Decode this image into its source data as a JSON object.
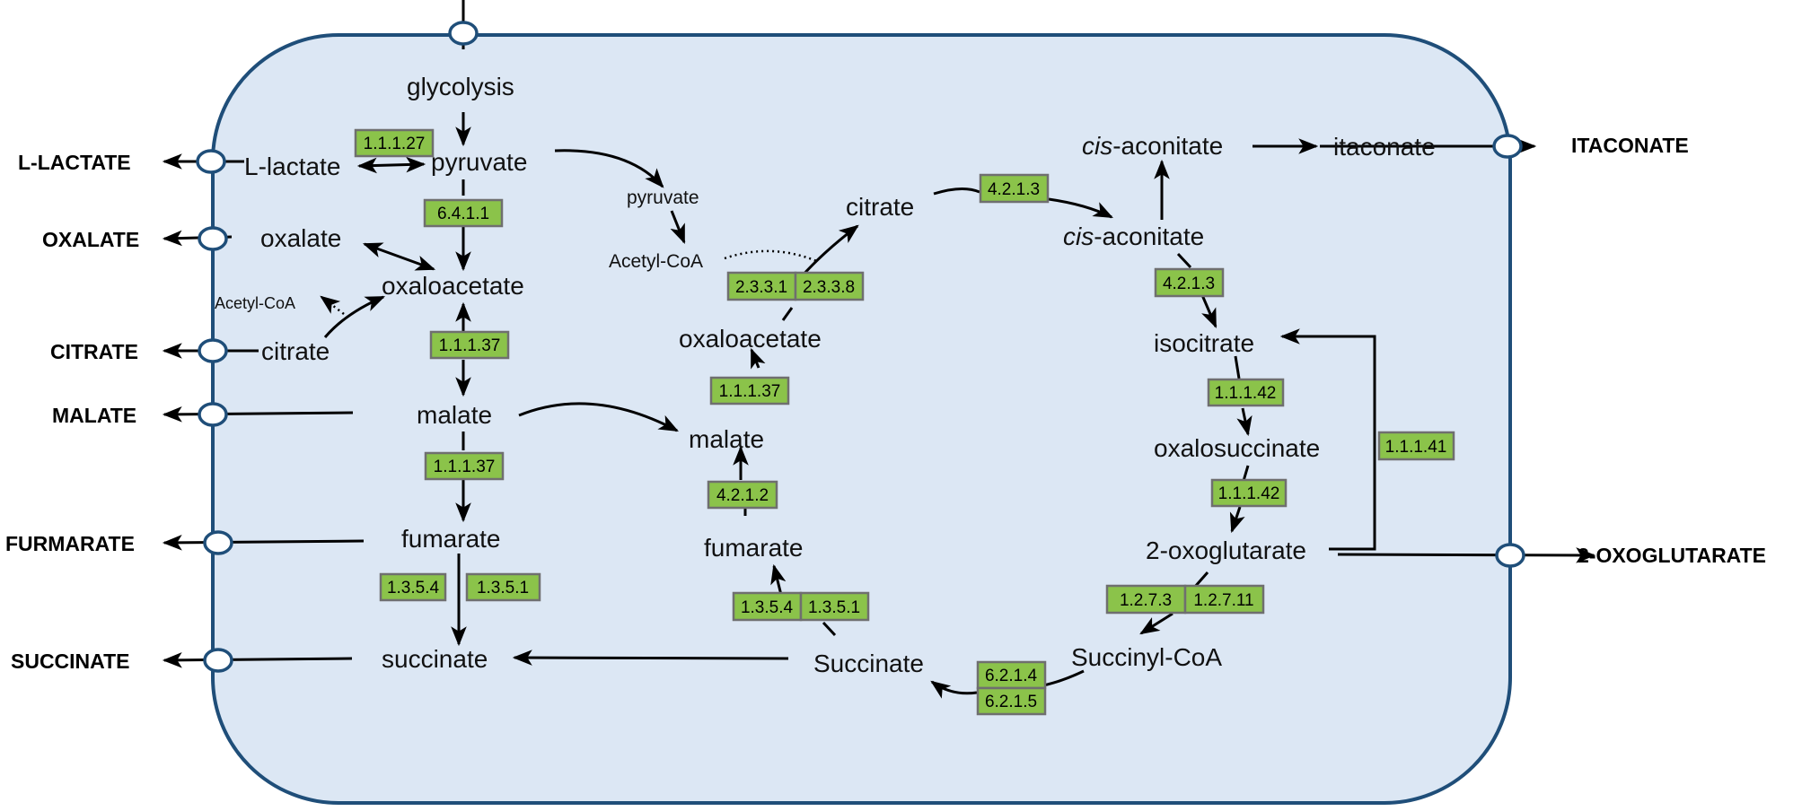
{
  "cell": {
    "fill": "#dce7f4",
    "border": "#1f4e79",
    "ec_fill": "#8bc34a"
  },
  "external": {
    "l_lactate": "L-LACTATE",
    "oxalate": "OXALATE",
    "citrate": "CITRATE",
    "malate": "MALATE",
    "furmarate": "FURMARATE",
    "succinate": "SUCCINATE",
    "itaconate": "ITACONATE",
    "oxoglutarate": "2-OXOGLUTARATE"
  },
  "cytosol": {
    "glycolysis": "glycolysis",
    "l_lactate": "L-lactate",
    "pyruvate": "pyruvate",
    "oxalate": "oxalate",
    "oxaloacetate": "oxaloacetate",
    "acetyl_coa": "Acetyl-CoA",
    "citrate": "citrate",
    "malate": "malate",
    "fumarate": "fumarate",
    "succinate": "succinate"
  },
  "tca": {
    "pyruvate": "pyruvate",
    "acetyl_coa": "Acetyl-CoA",
    "citrate": "citrate",
    "cis_prefix": "cis",
    "aconitate_suffix": "-aconitate",
    "itaconate": "itaconate",
    "isocitrate": "isocitrate",
    "oxalosuccinate": "oxalosuccinate",
    "oxoglutarate": "2-oxoglutarate",
    "succinyl_coa": "Succinyl-CoA",
    "succinate": "Succinate",
    "fumarate": "fumarate",
    "malate": "malate",
    "oxaloacetate": "oxaloacetate"
  },
  "enzymes": {
    "ec_1_1_1_27": "1.1.1.27",
    "ec_6_4_1_1": "6.4.1.1",
    "ec_1_1_1_37_a": "1.1.1.37",
    "ec_1_1_1_37_b": "1.1.1.37",
    "ec_1_3_5_4_a": "1.3.5.4",
    "ec_1_3_5_1_a": "1.3.5.1",
    "ec_2_3_3_1": "2.3.3.1",
    "ec_2_3_3_8": "2.3.3.8",
    "ec_1_1_1_37_c": "1.1.1.37",
    "ec_4_2_1_2": "4.2.1.2",
    "ec_1_3_5_4_b": "1.3.5.4",
    "ec_1_3_5_1_b": "1.3.5.1",
    "ec_4_2_1_3_a": "4.2.1.3",
    "ec_4_2_1_3_b": "4.2.1.3",
    "ec_1_1_1_42_a": "1.1.1.42",
    "ec_1_1_1_42_b": "1.1.1.42",
    "ec_1_1_1_41": "1.1.1.41",
    "ec_1_2_7_3": "1.2.7.3",
    "ec_1_2_7_11": "1.2.7.11",
    "ec_6_2_1_4": "6.2.1.4",
    "ec_6_2_1_5": "6.2.1.5"
  }
}
